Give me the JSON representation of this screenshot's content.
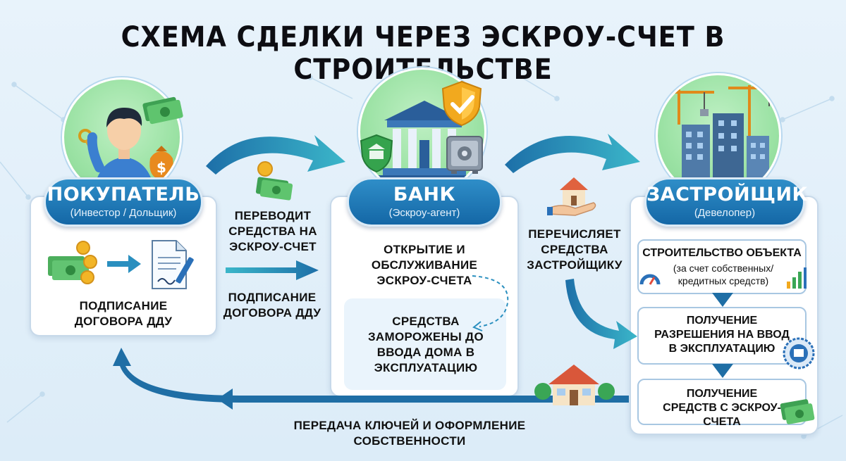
{
  "title": "СХЕМА СДЕЛКИ ЧЕРЕЗ ЭСКРОУ-СЧЕТ В СТРОИТЕЛЬСТВЕ",
  "buyer": {
    "name": "ПОКУПАТЕЛЬ",
    "role": "(Инвестор / Дольщик)",
    "action": "ПОДПИСАНИЕ ДОГОВОРА ДДУ",
    "icons": [
      "person-with-keys-icon",
      "money-bag-icon",
      "cash-icon",
      "coins-icon",
      "document-pen-icon"
    ]
  },
  "bank": {
    "name": "БАНК",
    "role": "(Эскроу-агент)",
    "action": "ОТКРЫТИЕ И ОБСЛУЖИВАНИЕ ЭСКРОУ-СЧЕТА",
    "frozen": "СРЕДСТВА ЗАМОРОЖЕНЫ ДО ВВОДА ДОМА В ЭКСПЛУАТАЦИЮ",
    "icons": [
      "bank-building-icon",
      "shield-check-icon",
      "safe-icon",
      "bank-shield-icon"
    ]
  },
  "developer": {
    "name": "ЗАСТРОЙЩИК",
    "role": "(Девелопер)",
    "steps": [
      {
        "label": "СТРОИТЕЛЬСТВО ОБЪЕКТА",
        "note": "(за счет собственных/ кредитных средств)"
      },
      {
        "label": "ПОЛУЧЕНИЕ РАЗРЕШЕНИЯ НА ВВОД В ЭКСПЛУАТАЦИЮ",
        "note": ""
      },
      {
        "label": "ПОЛУЧЕНИЕ СРЕДСТВ С ЭСКРОУ-СЧЕТА",
        "note": ""
      }
    ],
    "icons": [
      "construction-cranes-icon",
      "gauge-icon",
      "bar-chart-icon",
      "seal-certificate-icon",
      "cash-icon"
    ]
  },
  "flow": {
    "buyer_to_bank": "ПЕРЕВОДИТ СРЕДСТВА НА ЭСКРОУ-СЧЕТ",
    "buyer_to_bank_2": "ПОДПИСАНИЕ ДОГОВОРА ДДУ",
    "bank_to_developer": "ПЕРЕЧИСЛЯЕТ СРЕДСТВА ЗАСТРОЙЩИКУ",
    "developer_to_buyer": "ПЕРЕДАЧА КЛЮЧЕЙ И ОФОРМЛЕНИЕ СОБСТВЕННОСТИ"
  },
  "colors": {
    "arrow": "#1d7fb3",
    "arrow_light": "#3bb0c9",
    "banner": "#1467a6",
    "circle": "#9be2a4"
  }
}
